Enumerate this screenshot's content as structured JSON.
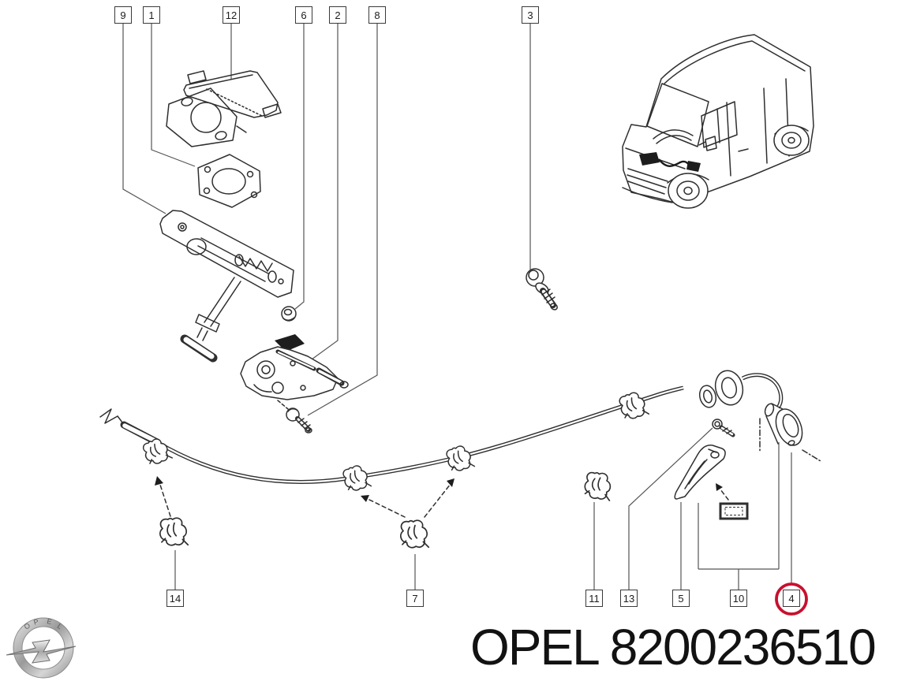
{
  "footer": {
    "brand": "OPEL",
    "part_number": "8200236510"
  },
  "logo": {
    "ring_letters": [
      "O",
      "P",
      "E",
      "L"
    ]
  },
  "callouts": {
    "top": [
      "9",
      "1",
      "12",
      "6",
      "2",
      "8",
      "3"
    ],
    "bottom": [
      "14",
      "7",
      "11",
      "13",
      "5",
      "10",
      "4"
    ],
    "highlighted": "4"
  },
  "colors": {
    "highlight_circle": "#c8102e",
    "line_art": "#2f2f2f",
    "background": "#ffffff",
    "text": "#121212"
  }
}
